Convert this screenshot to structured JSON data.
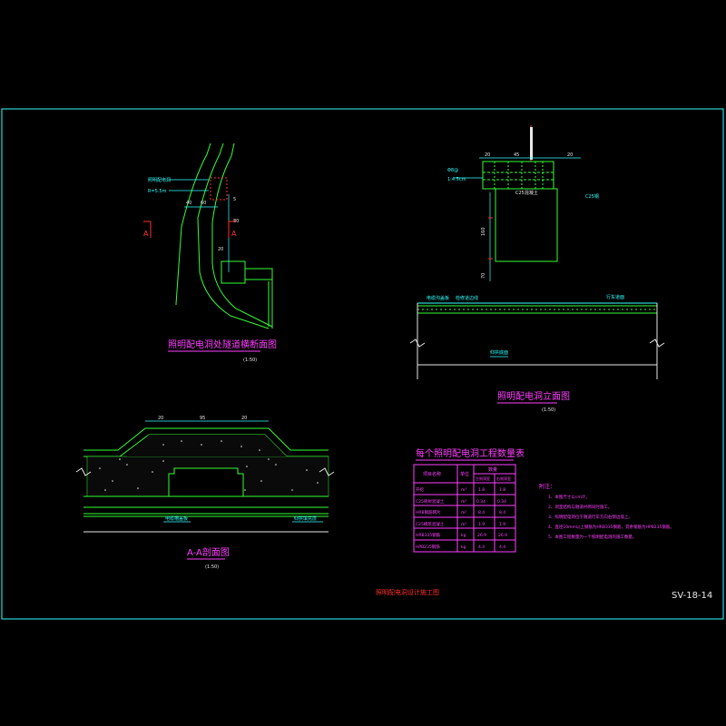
{
  "drawing_number": "SV-18-14",
  "bottom_title": "照明配电洞设计施工图",
  "views": {
    "cross_section": {
      "title": "照明配电洞处隧道横断面图",
      "scale": "(1:50)",
      "section_mark": "A"
    },
    "elevation": {
      "title": "照明配电洞立面图",
      "scale": "(1:50)",
      "dims": [
        "20",
        "45",
        "20"
      ],
      "vertical_dims": [
        "160",
        "70"
      ]
    },
    "section_aa": {
      "title": "A-A剖面图",
      "scale": "(1:50)",
      "dims": [
        "20",
        "95",
        "20"
      ],
      "labels": [
        "电缆槽盖板",
        "仰拱填充层"
      ]
    }
  },
  "quantity_table": {
    "title": "每个照明配电洞工程数量表",
    "headers": {
      "item": "项目名称",
      "unit": "单位",
      "qty": "数量",
      "sub": [
        "左侧洞室",
        "右侧洞室"
      ]
    },
    "rows": [
      {
        "name": "开挖",
        "unit": "m³",
        "left": "1.8",
        "right": "1.8"
      },
      {
        "name": "C25喷射混凝土",
        "unit": "m³",
        "left": "0.34",
        "right": "0.34"
      },
      {
        "name": "HRB钢筋网片",
        "unit": "m²",
        "left": "8.4",
        "right": "8.4"
      },
      {
        "name": "C25模筑混凝土",
        "unit": "m³",
        "left": "1.9",
        "right": "1.9"
      },
      {
        "name": "HRB335钢筋",
        "unit": "kg",
        "left": "26.9",
        "right": "26.9"
      },
      {
        "name": "HPB235钢筋",
        "unit": "kg",
        "left": "4.4",
        "right": "4.4"
      }
    ]
  },
  "notes": {
    "heading": "附注：",
    "items": [
      "1、本图尺寸以cm计。",
      "2、洞室结构与隧道衬砌同时施工。",
      "3、照明配电洞位于隧道行车方向右侧边墙上。",
      "4、直径10mm以上钢筋为HRB335钢筋，其余钢筋为HPB235钢筋。",
      "5、本图工程数量为一个照明配电洞的施工数量。"
    ]
  }
}
